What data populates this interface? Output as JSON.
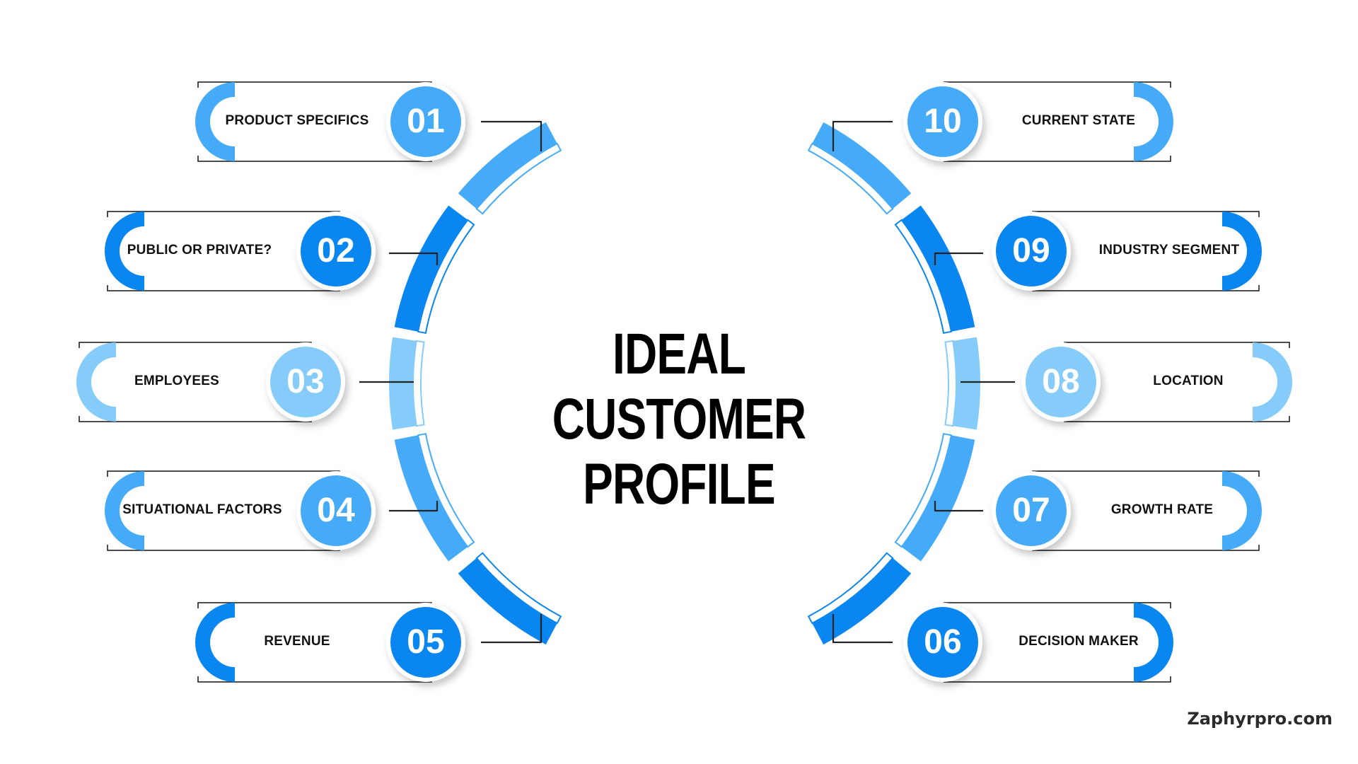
{
  "diagram": {
    "title_line1": "IDEAL",
    "title_line2": "CUSTOMER PROFILE",
    "watermark": "Zaphyrpro.com",
    "colors": {
      "dark_blue": "#0A86F0",
      "mid_blue": "#45ABF8",
      "light_blue": "#85CCFB",
      "text": "#111111",
      "border": "#222222"
    },
    "items": [
      {
        "num": "01",
        "label": "PRODUCT SPECIFICS",
        "side": "left",
        "color": "mid"
      },
      {
        "num": "02",
        "label": "PUBLIC OR PRIVATE?",
        "side": "left",
        "color": "dark"
      },
      {
        "num": "03",
        "label": "EMPLOYEES",
        "side": "left",
        "color": "light"
      },
      {
        "num": "04",
        "label": "SITUATIONAL FACTORS",
        "side": "left",
        "color": "mid"
      },
      {
        "num": "05",
        "label": "REVENUE",
        "side": "left",
        "color": "dark"
      },
      {
        "num": "06",
        "label": "DECISION MAKER",
        "side": "right",
        "color": "dark"
      },
      {
        "num": "07",
        "label": "GROWTH RATE",
        "side": "right",
        "color": "mid"
      },
      {
        "num": "08",
        "label": "LOCATION",
        "side": "right",
        "color": "light"
      },
      {
        "num": "09",
        "label": "INDUSTRY SEGMENT",
        "side": "right",
        "color": "dark"
      },
      {
        "num": "10",
        "label": "CURRENT STATE",
        "side": "right",
        "color": "mid"
      }
    ]
  }
}
